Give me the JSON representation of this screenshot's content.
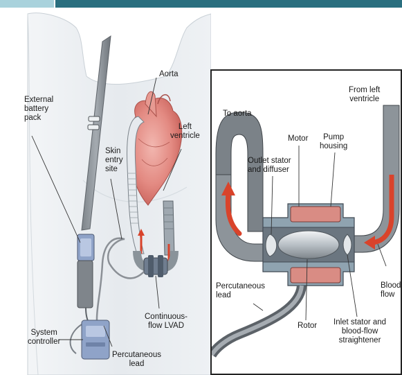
{
  "colors": {
    "accent_bar": "#2a6f7f",
    "accent_bar_light": "#a9d2dc",
    "flow_arrow": "#d9432b",
    "pump_housing": "#8fa3b0",
    "motor": "#d98c84",
    "body_fill": "#e9edf1"
  },
  "left_figure": {
    "labels": {
      "aorta": "Aorta",
      "external_battery_pack": "External\nbattery\npack",
      "skin_entry_site": "Skin\nentry\nsite",
      "left_ventricle": "Left\nventricle",
      "system_controller": "System\ncontroller",
      "continuous_flow_lvad": "Continuous-\nflow LVAD",
      "percutaneous_lead": "Percutaneous\nlead"
    }
  },
  "right_figure": {
    "labels": {
      "to_aorta": "To aorta",
      "from_left_ventricle": "From left\nventricle",
      "motor": "Motor",
      "pump_housing": "Pump\nhousing",
      "outlet_stator": "Outlet stator\nand diffuser",
      "percutaneous_lead": "Percutaneous\nlead",
      "rotor": "Rotor",
      "inlet_stator": "Inlet stator and\nblood-flow\nstraightener",
      "blood_flow": "Blood\nflow"
    }
  }
}
